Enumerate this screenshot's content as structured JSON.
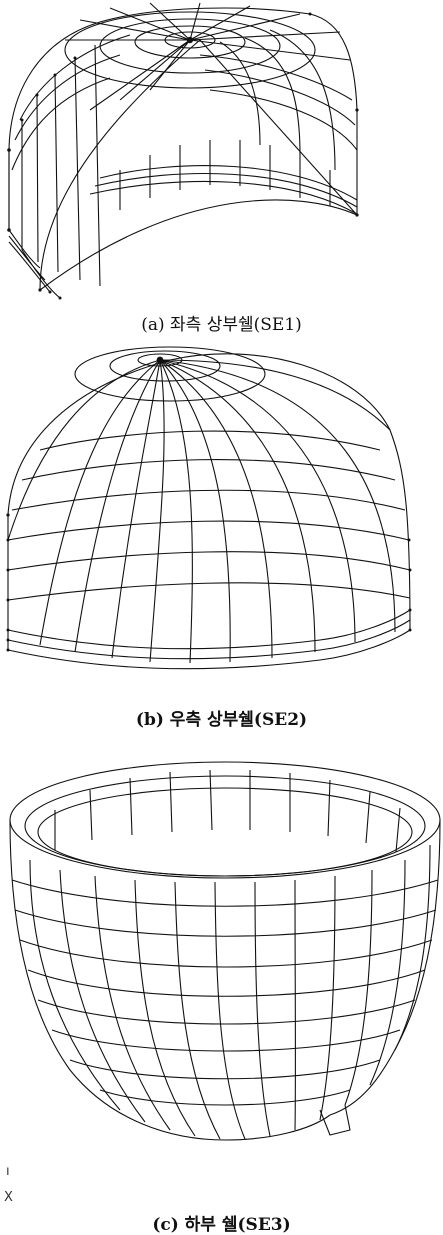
{
  "figures": [
    {
      "caption": "(a) 좌측 상부쉘(SE1)"
    },
    {
      "caption": "(b) 우측 상부쉘(SE2)"
    },
    {
      "caption": "(c) 하부 쉘(SE3)"
    }
  ],
  "axis_marks": {
    "upper": "ı",
    "lower": "X"
  }
}
